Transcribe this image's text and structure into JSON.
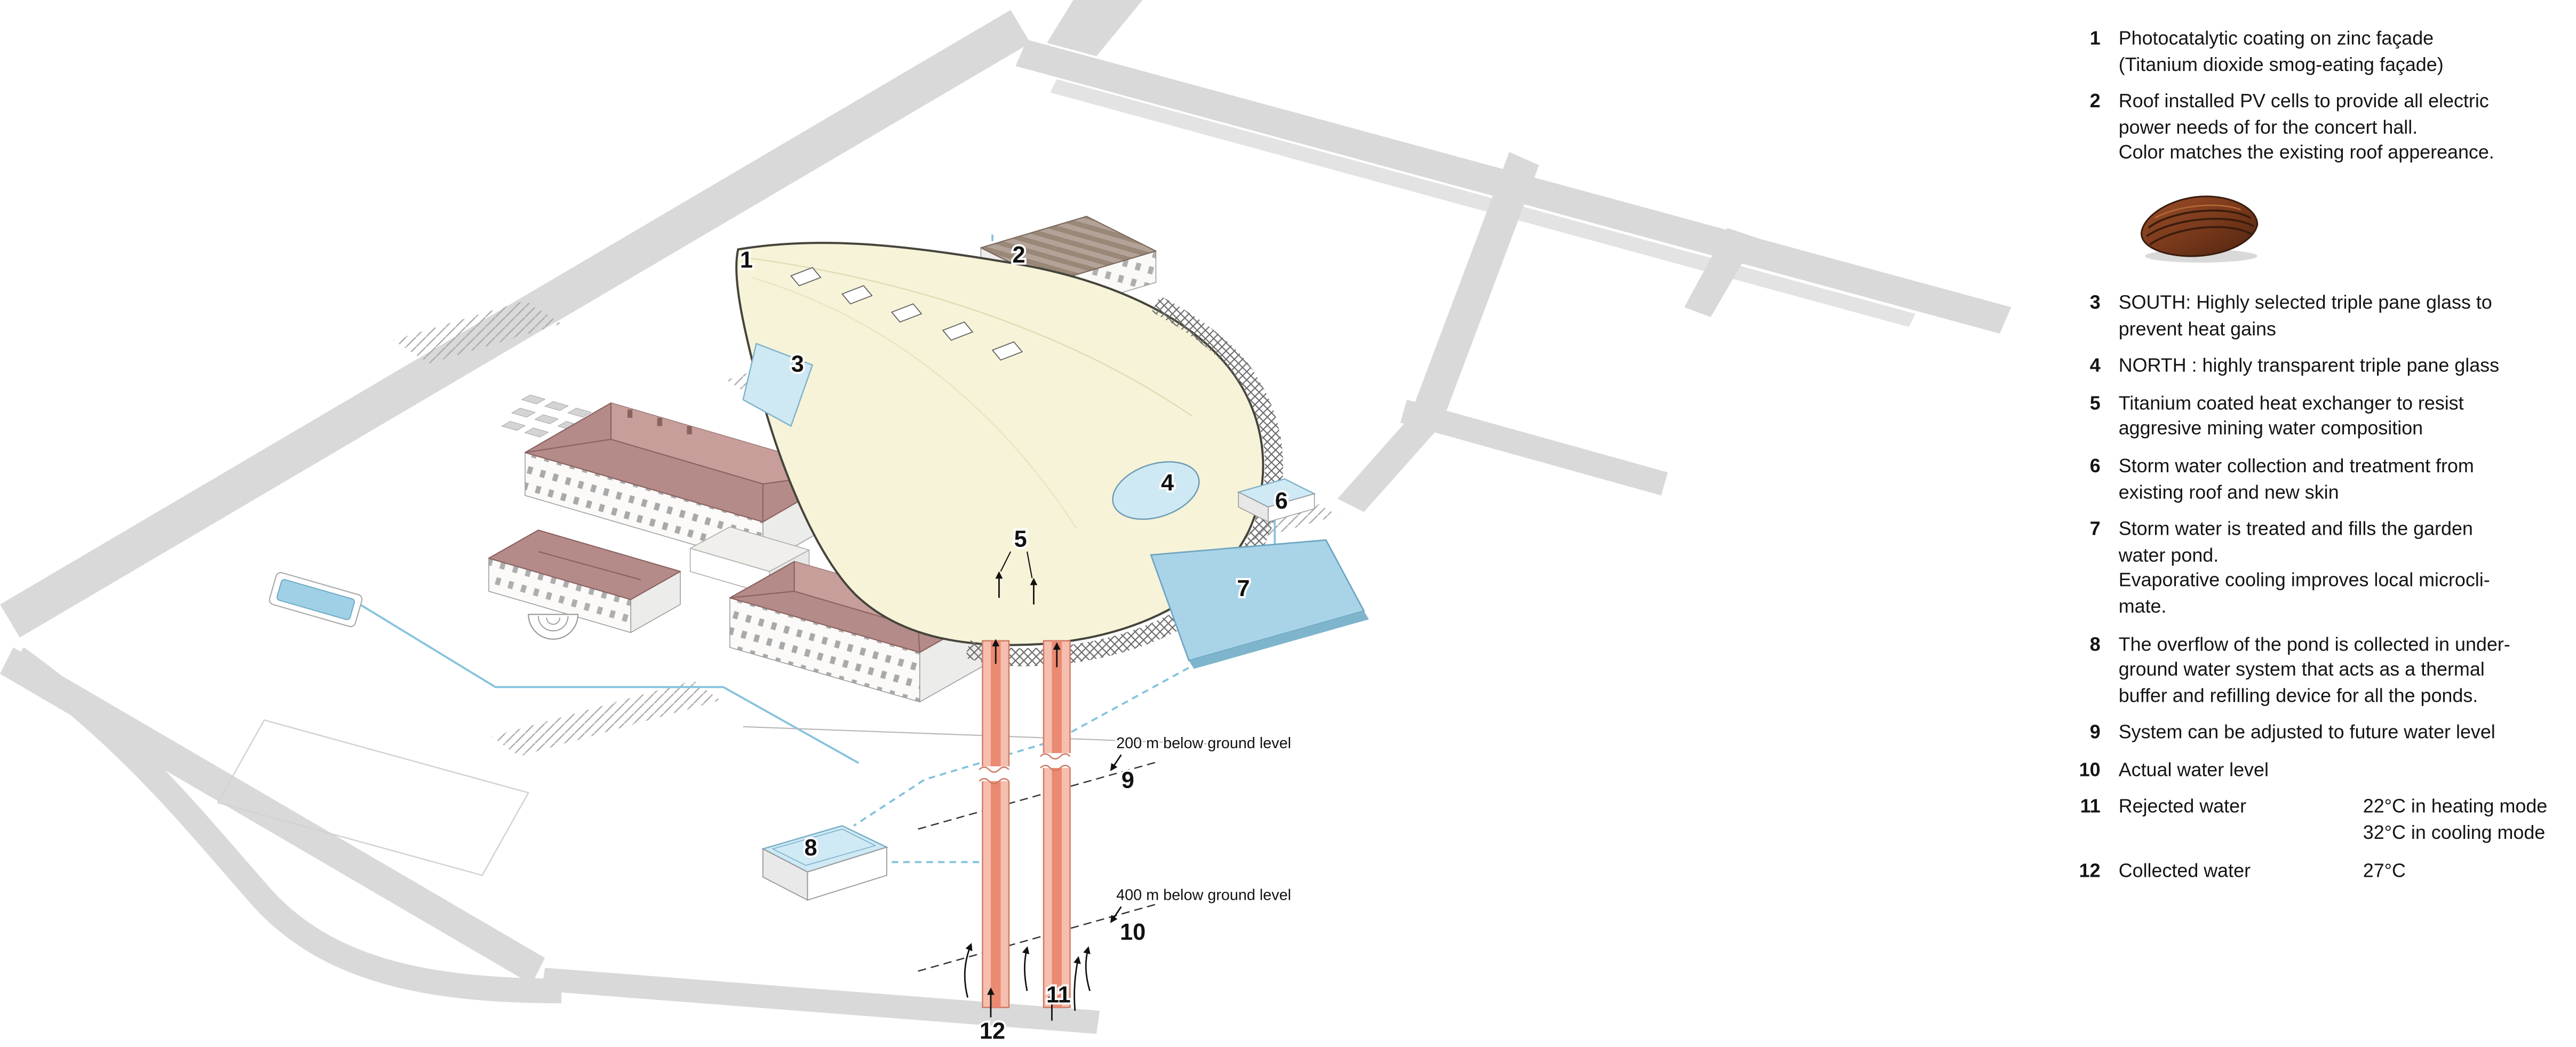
{
  "diagram": {
    "markers": [
      "1",
      "2",
      "3",
      "4",
      "5",
      "6",
      "7",
      "8",
      "9",
      "10",
      "11",
      "12"
    ],
    "depth_200": "200 m below ground level",
    "depth_400": "400 m below ground level"
  },
  "legend": {
    "items": [
      {
        "num": "1",
        "text": "Photocatalytic coating on zinc façade\n(Titanium dioxide smog-eating façade)"
      },
      {
        "num": "2",
        "text": "Roof installed PV cells to provide all electric\npower needs of for the concert hall.\nColor matches the existing roof appereance.",
        "image": "pv-roof-photo"
      },
      {
        "num": "3",
        "text": "SOUTH: Highly selected triple pane glass to\nprevent heat gains"
      },
      {
        "num": "4",
        "text": "NORTH : highly transparent triple pane glass"
      },
      {
        "num": "5",
        "text": "Titanium coated heat exchanger to resist\naggresive mining water composition"
      },
      {
        "num": "6",
        "text": "Storm water collection and treatment from\nexisting roof and new skin"
      },
      {
        "num": "7",
        "text": "Storm water is treated and fills the garden\nwater pond.\nEvaporative cooling improves local microcli-\nmate."
      },
      {
        "num": "8",
        "text": "The overflow of the pond is collected in under-\nground water system that acts as a thermal\nbuffer and refilling device for all the ponds."
      },
      {
        "num": "9",
        "text": "System can be adjusted to future water level"
      },
      {
        "num": "10",
        "text": "Actual water level"
      },
      {
        "num": "11",
        "label": "Rejected water",
        "value": "22°C in heating mode\n32°C in cooling mode"
      },
      {
        "num": "12",
        "label": "Collected water",
        "value": "27°C"
      }
    ]
  },
  "colors": {
    "road": "#d9d9d9",
    "hall_roof": "#f7f3d8",
    "existing_roof": "#b48b89",
    "existing_roof_light": "#c79e9a",
    "water": "#a9d4e8",
    "water_light": "#cfe9f5",
    "well": "#f6beae",
    "well_core": "#ea8a72",
    "glass": "#cfe9f4",
    "pipe": "#85c2dc"
  }
}
